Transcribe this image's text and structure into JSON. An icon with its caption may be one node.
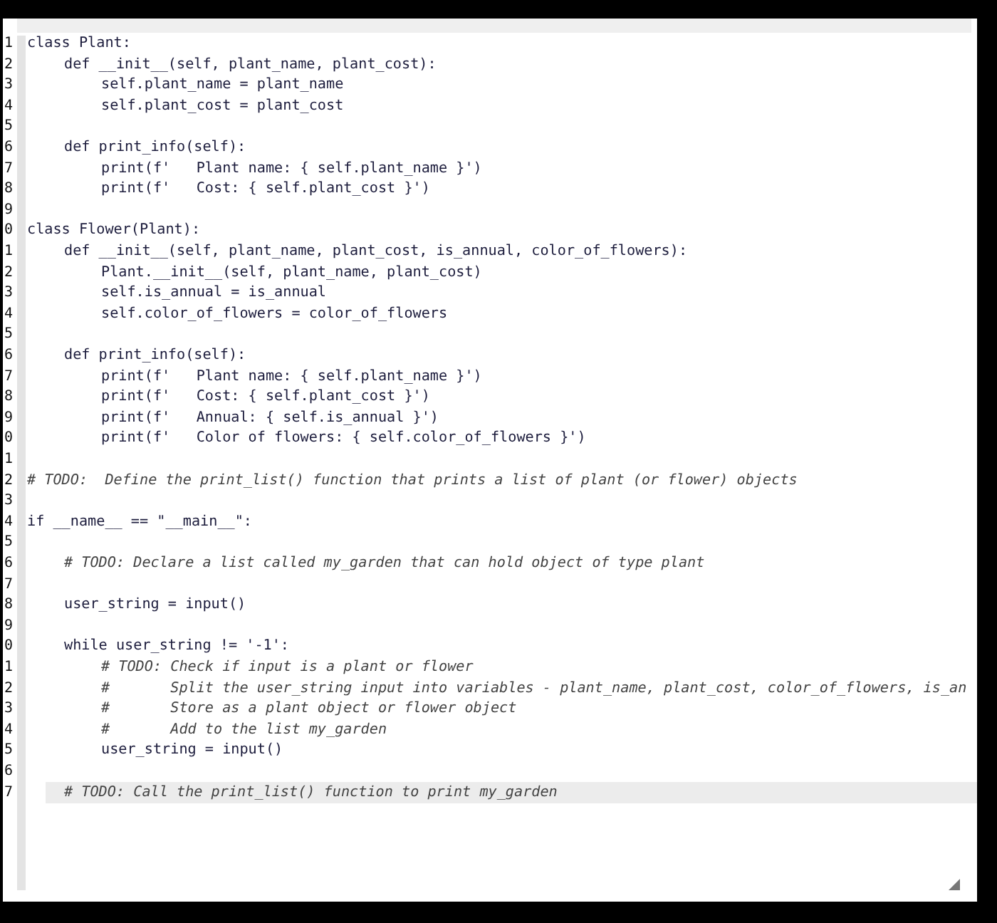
{
  "diagram": {
    "labels": [
      "1",
      "class Plant:",
      "2",
      "def __init__(self, plant_name, plant_cost):",
      "3",
      "self.plant_name = plant_name",
      "4",
      "self.plant_cost = plant_cost",
      "5",
      "6",
      "def print_info(self):",
      "7",
      "print(f'   Plant name: { self.plant_name }')",
      "8",
      "print(f'   Cost: { self.plant_cost }')",
      "9",
      "0",
      "class Flower(Plant):",
      "1",
      "def __init__(self, plant_name, plant_cost, is_annual, color_of_flowers):",
      "2",
      "Plant.__init__(self, plant_name, plant_cost)",
      "3",
      "self.is_annual = is_annual",
      "4",
      "self.color_of_flowers = color_of_flowers",
      "5",
      "6",
      "def print_info(self):",
      "7",
      "print(f'   Plant name: { self.plant_name }')",
      "8",
      "print(f'   Cost: { self.plant_cost }')",
      "9",
      "print(f'   Annual: { self.is_annual }')",
      "0",
      "print(f'   Color of flowers: { self.color_of_flowers }')",
      "1",
      "2",
      "# TODO:  Define the print_list() function that prints a list of plant (or flower) objects",
      "3",
      "4",
      "if __name__ == \"__main__\":",
      "5",
      "6",
      "# TODO: Declare a list called my_garden that can hold object of type plant",
      "7",
      "8",
      "user_string = input()",
      "9",
      "0",
      "while user_string != '-1':",
      "1",
      "# TODO: Check if input is a plant or flower",
      "2",
      "#       Split the user_string input into variables - plant_name, plant_cost, color_of_flowers, is_an",
      "3",
      "#       Store as a plant object or flower object",
      "4",
      "#       Add to the list my_garden",
      "5",
      "user_string = input()",
      "6",
      "7",
      "# TODO: Call the print_list() function to print my_garden"
    ]
  }
}
